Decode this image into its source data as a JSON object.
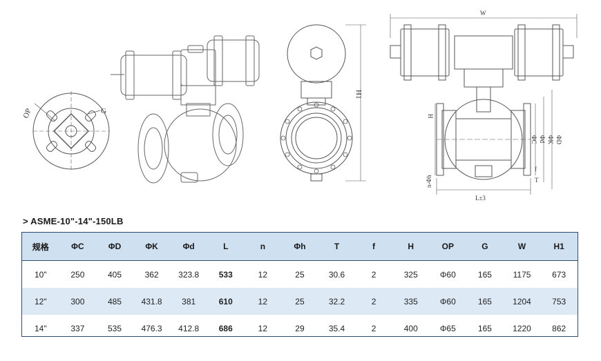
{
  "drawing": {
    "labels": {
      "op": "OP",
      "g": "G",
      "w": "W",
      "h1": "H1",
      "h": "H",
      "phi_c": "ΦC",
      "phi_d_small": "Φd",
      "phi_k": "ΦK",
      "phi_d": "ΦD",
      "f": "f",
      "t": "T",
      "n_phi_h": "n-Φh",
      "l": "L±3"
    }
  },
  "section": {
    "title": "> ASME-10\"-14\"-150LB"
  },
  "table": {
    "headers": [
      "规格",
      "ΦC",
      "ΦD",
      "ΦK",
      "Φd",
      "L",
      "n",
      "Φh",
      "T",
      "f",
      "H",
      "OP",
      "G",
      "W",
      "H1"
    ],
    "rows": [
      [
        "10\"",
        "250",
        "405",
        "362",
        "323.8",
        "533",
        "12",
        "25",
        "30.6",
        "2",
        "325",
        "Φ60",
        "165",
        "1175",
        "673"
      ],
      [
        "12\"",
        "300",
        "485",
        "431.8",
        "381",
        "610",
        "12",
        "25",
        "32.2",
        "2",
        "335",
        "Φ60",
        "165",
        "1204",
        "753"
      ],
      [
        "14\"",
        "337",
        "535",
        "476.3",
        "412.8",
        "686",
        "12",
        "29",
        "35.4",
        "2",
        "400",
        "Φ65",
        "165",
        "1220",
        "862"
      ]
    ]
  },
  "colors": {
    "header_bg": "#cfe0f0",
    "stripe_bg": "#dde9f5",
    "border": "#2b4a6e"
  }
}
